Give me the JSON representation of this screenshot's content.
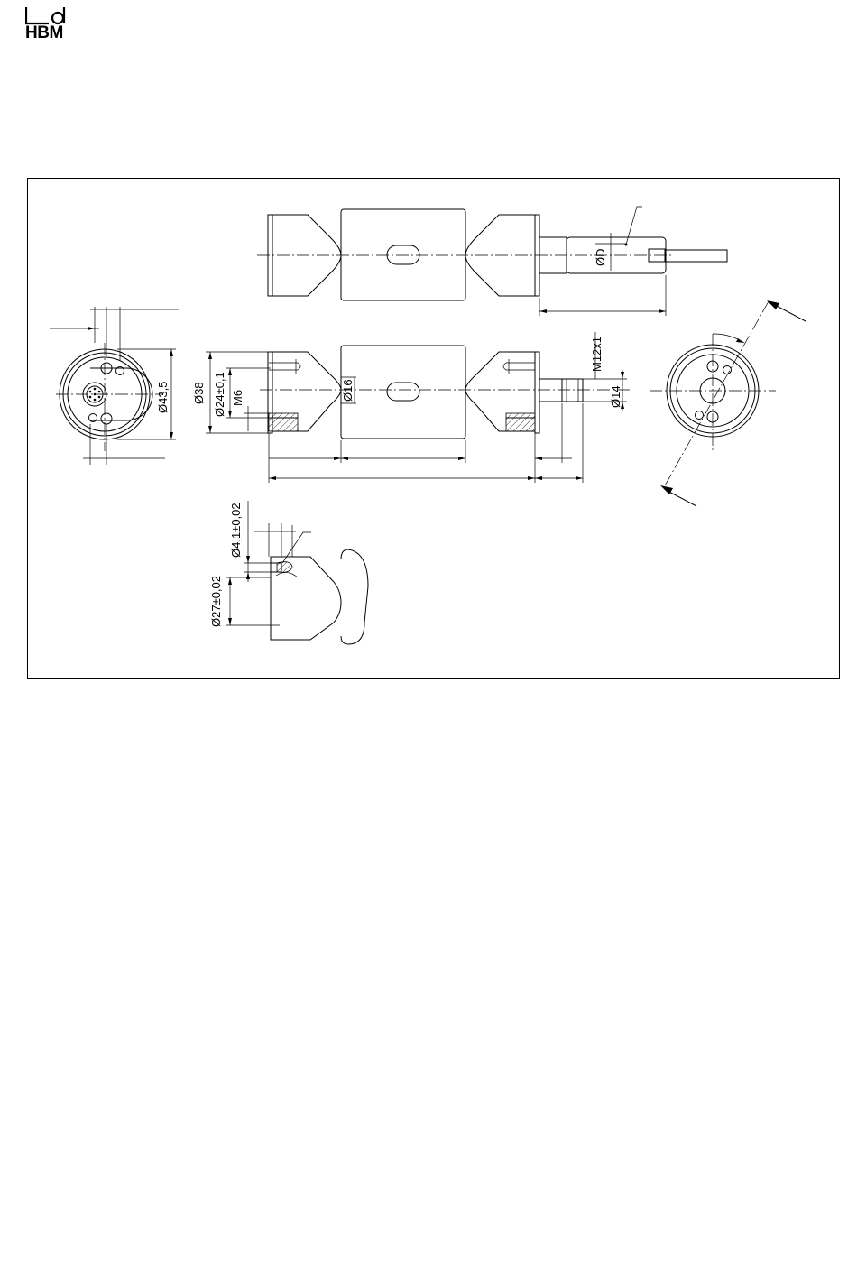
{
  "header": {
    "logo_text": "HBM"
  },
  "drawing": {
    "labels": {
      "dia_D": "ØD",
      "m12x1": "M12x1",
      "dia_14": "Ø14",
      "dia_16": "Ø16",
      "dia_38": "Ø38",
      "dia_24": "Ø24±0,1",
      "m6": "M6",
      "dia_43_5": "Ø43,5",
      "dia_4_1": "Ø4,1±0,02",
      "dia_27": "Ø27±0,02"
    }
  }
}
